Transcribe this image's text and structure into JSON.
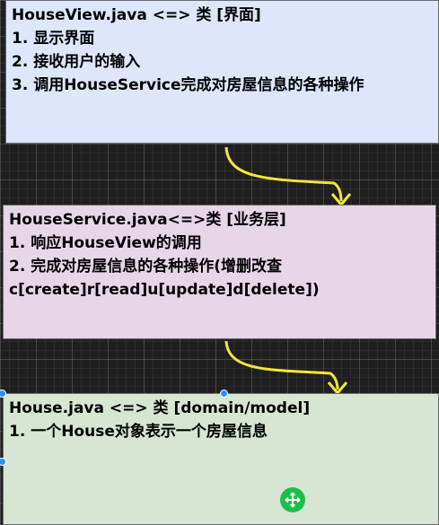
{
  "nodes": {
    "view": {
      "title": "HouseView.java <=> 类 [界面]",
      "lines": [
        "1. 显示界面",
        "2. 接收用户的输入",
        "3. 调用HouseService完成对房屋信息的各种操作"
      ]
    },
    "service": {
      "title": "HouseService.java<=>类 [业务层]",
      "lines": [
        "1. 响应HouseView的调用",
        "2. 完成对房屋信息的各种操作(增删改查",
        "c[create]r[read]u[update]d[delete])"
      ]
    },
    "domain": {
      "title": "House.java <=> 类 [domain/model]",
      "lines": [
        "1. 一个House对象表示一个房屋信息"
      ]
    }
  },
  "colors": {
    "view_fill": "#dde6fb",
    "service_fill": "#e6d6e8",
    "domain_fill": "#d6e6d2",
    "arrow": "#f2e63a",
    "selection_handle": "#2f8cff",
    "move_handle": "#1dbf4a"
  },
  "icons": {
    "move": "move-cross-icon"
  }
}
